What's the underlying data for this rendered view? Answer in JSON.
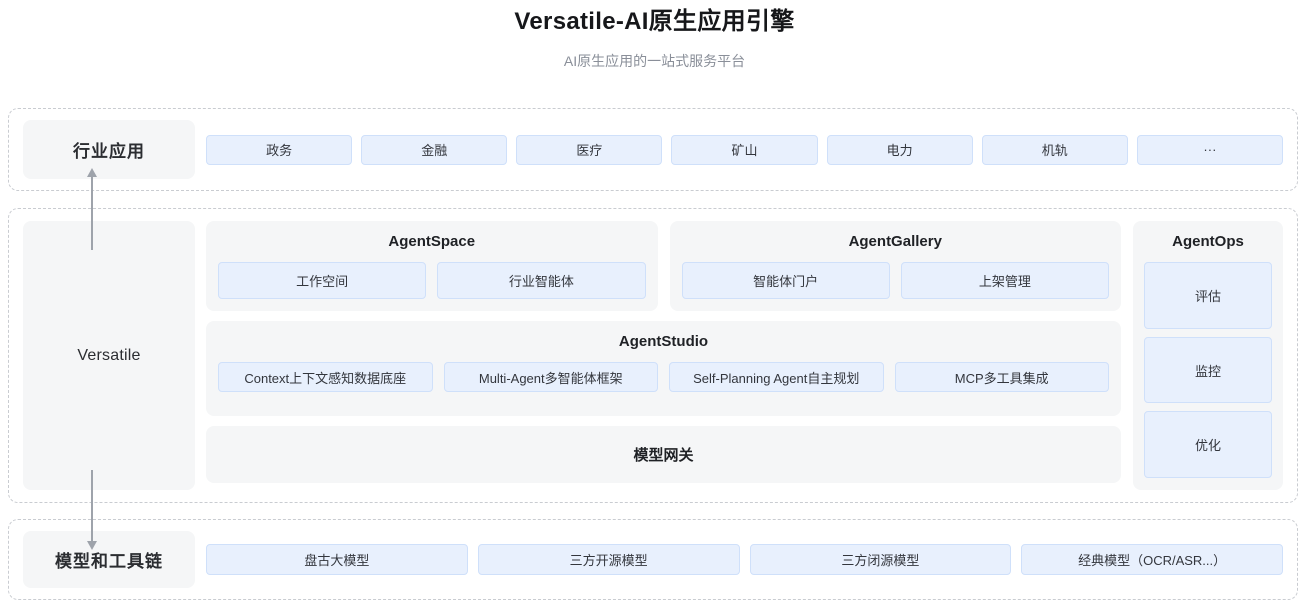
{
  "header": {
    "title": "Versatile-AI原生应用引擎",
    "subtitle": "AI原生应用的一站式服务平台"
  },
  "industry": {
    "label": "行业应用",
    "items": [
      {
        "label": "政务"
      },
      {
        "label": "金融"
      },
      {
        "label": "医疗"
      },
      {
        "label": "矿山"
      },
      {
        "label": "电力"
      },
      {
        "label": "机轨"
      },
      {
        "label": "···"
      }
    ]
  },
  "platform": {
    "label": "Versatile",
    "agentspace": {
      "title": "AgentSpace",
      "items": [
        {
          "label": "工作空间"
        },
        {
          "label": "行业智能体"
        }
      ]
    },
    "agentgallery": {
      "title": "AgentGallery",
      "items": [
        {
          "label": "智能体门户"
        },
        {
          "label": "上架管理"
        }
      ]
    },
    "agentstudio": {
      "title": "AgentStudio",
      "items": [
        {
          "label": "Context上下文感知数据底座"
        },
        {
          "label": "Multi-Agent多智能体框架"
        },
        {
          "label": "Self-Planning Agent自主规划"
        },
        {
          "label": "MCP多工具集成"
        }
      ]
    },
    "gateway": {
      "label": "模型网关"
    },
    "agentops": {
      "title": "AgentOps",
      "items": [
        {
          "label": "评估"
        },
        {
          "label": "监控"
        },
        {
          "label": "优化"
        }
      ]
    }
  },
  "models": {
    "label": "模型和工具链",
    "items": [
      {
        "label": "盘古大模型"
      },
      {
        "label": "三方开源模型"
      },
      {
        "label": "三方闭源模型"
      },
      {
        "label": "经典模型（OCR/ASR...）"
      }
    ]
  },
  "colors": {
    "pill_fill": "#e8f0fd",
    "pill_border": "#cfe0fa",
    "card_bg": "#f5f6f7",
    "frame_dash": "#c9ccd1",
    "arrow": "#9ea3ab"
  }
}
